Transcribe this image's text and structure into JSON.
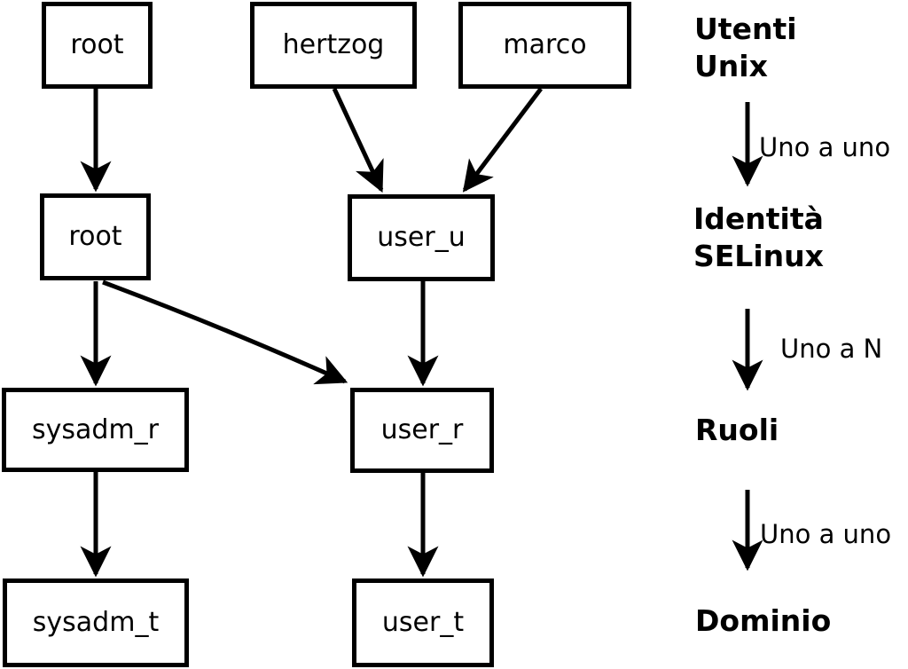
{
  "diagram": {
    "title_hint": "SELinux identity mapping diagram",
    "colors": {
      "foreground": "#000000",
      "background": "#ffffff"
    },
    "boxes": [
      {
        "id": "unix-root",
        "label": "root"
      },
      {
        "id": "unix-hertzog",
        "label": "hertzog"
      },
      {
        "id": "unix-marco",
        "label": "marco"
      },
      {
        "id": "selinux-root",
        "label": "root"
      },
      {
        "id": "selinux-user_u",
        "label": "user_u"
      },
      {
        "id": "role-sysadm_r",
        "label": "sysadm_r"
      },
      {
        "id": "role-user_r",
        "label": "user_r"
      },
      {
        "id": "domain-sysadm_t",
        "label": "sysadm_t"
      },
      {
        "id": "domain-user_t",
        "label": "user_t"
      }
    ],
    "edges": [
      {
        "from": "unix-root",
        "to": "selinux-root"
      },
      {
        "from": "unix-hertzog",
        "to": "selinux-user_u"
      },
      {
        "from": "unix-marco",
        "to": "selinux-user_u"
      },
      {
        "from": "selinux-root",
        "to": "role-sysadm_r"
      },
      {
        "from": "selinux-root",
        "to": "role-user_r"
      },
      {
        "from": "selinux-user_u",
        "to": "role-user_r"
      },
      {
        "from": "role-sysadm_r",
        "to": "domain-sysadm_t"
      },
      {
        "from": "role-user_r",
        "to": "domain-user_t"
      }
    ],
    "legend": {
      "levels": [
        {
          "lines": [
            "Utenti",
            "Unix"
          ]
        },
        {
          "lines": [
            "Identità",
            "SELinux"
          ]
        },
        {
          "lines": [
            "Ruoli"
          ]
        },
        {
          "lines": [
            "Dominio"
          ]
        }
      ],
      "relations": [
        "Uno a uno",
        "Uno a N",
        "Uno a uno"
      ]
    }
  }
}
